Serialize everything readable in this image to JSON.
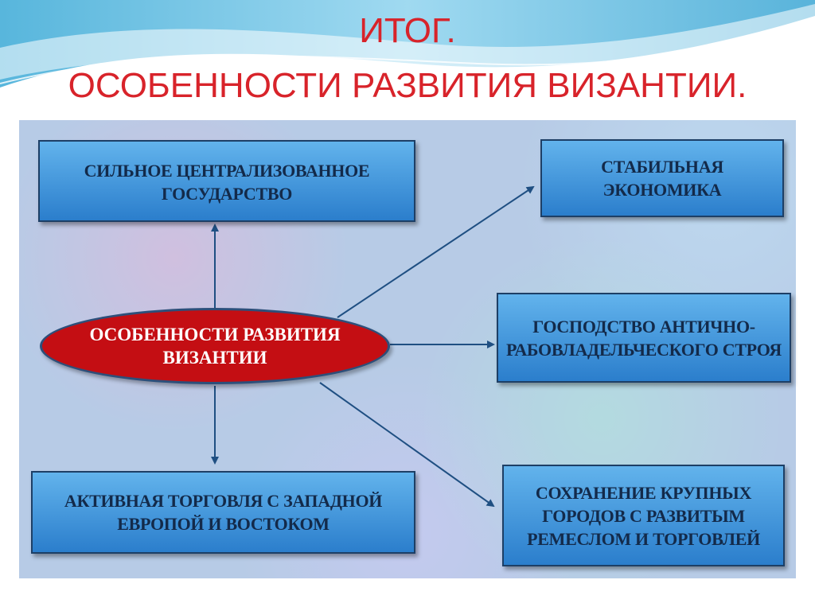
{
  "slide": {
    "title_line_1": "ИТОГ.",
    "title_line_2": "ОСОБЕННОСТИ РАЗВИТИЯ ВИЗАНТИИ."
  },
  "diagram": {
    "center": "ОСОБЕННОСТИ РАЗВИТИЯ ВИЗАНТИИ",
    "boxes": {
      "top_left": "СИЛЬНОЕ ЦЕНТРАЛИЗОВАННОЕ ГОСУДАРСТВО",
      "top_right": "СТАБИЛЬНАЯ ЭКОНОМИКА",
      "middle_right": "ГОСПОДСТВО АНТИЧНО-РАБОВЛАДЕЛЬЧЕСКОГО СТРОЯ",
      "bottom_left": "АКТИВНАЯ ТОРГОВЛЯ С ЗАПАДНОЙ ЕВРОПОЙ И ВОСТОКОМ",
      "bottom_right": "СОХРАНЕНИЕ КРУПНЫХ ГОРОДОВ С РАЗВИТЫМ РЕМЕСЛОМ И ТОРГОВЛЕЙ"
    }
  },
  "colors": {
    "title": "#d8232a",
    "center_fill": "#c40e13",
    "box_fill": "#3a8fd6",
    "arrow": "#1f4f82"
  }
}
